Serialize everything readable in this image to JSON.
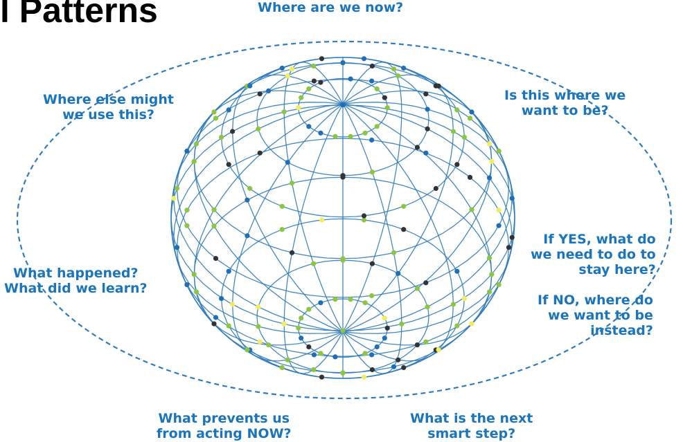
{
  "title": "l Patterns",
  "questions": {
    "top": [
      "Where are we now?"
    ],
    "upper_left": [
      "Where else might",
      "we use this?"
    ],
    "upper_right": [
      "Is this where we",
      "want to be?"
    ],
    "mid_left": [
      "What happened?",
      "What did we learn?"
    ],
    "right_yes": [
      "If YES, what do",
      "we need to do to",
      "stay here?"
    ],
    "right_no": [
      "If NO, where do",
      "we want to be",
      "instead?"
    ],
    "bottom_left": [
      "What prevents us",
      "from acting NOW?"
    ],
    "bottom_right": [
      "What is the next",
      "smart step?"
    ]
  },
  "colors": {
    "line": "#2e7bbf",
    "text": "#1b75bc",
    "dot_blue": "#1f6fb8",
    "dot_green": "#8cc63f",
    "dot_dark": "#333333",
    "dot_yellow": "#f4ed5b"
  }
}
